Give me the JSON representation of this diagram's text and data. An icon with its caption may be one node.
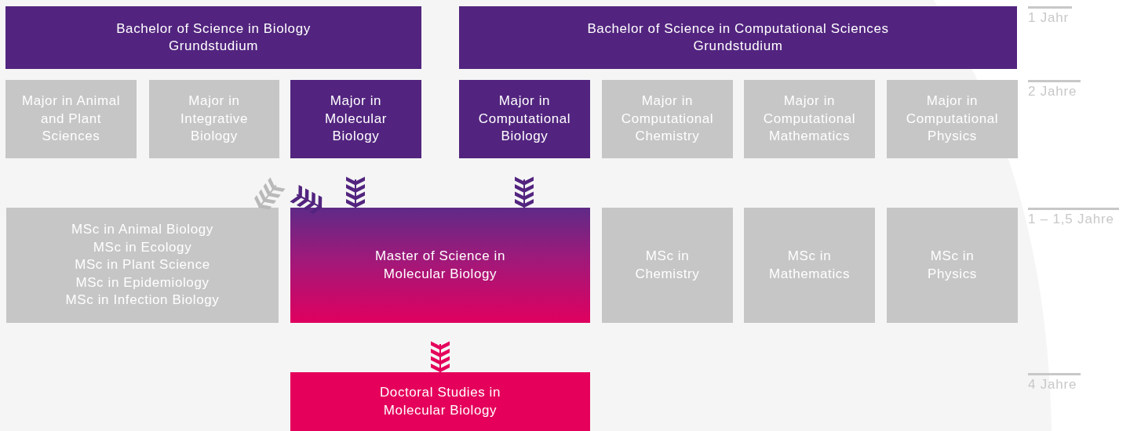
{
  "diagram": {
    "nodes": [
      {
        "text": [
          "Bachelor of Science in Biology",
          "Grundstudium"
        ]
      },
      {
        "text": [
          "Bachelor of Science in Computational Sciences",
          "Grundstudium"
        ]
      },
      {
        "text": [
          "Major in Animal and Plant Sciences"
        ]
      },
      {
        "text": [
          "Major in Integrative Biology"
        ]
      },
      {
        "text": [
          "Major in Molecular Biology"
        ]
      },
      {
        "text": [
          "Major in Computational Biology"
        ]
      },
      {
        "text": [
          "Major in Computational Chemistry"
        ]
      },
      {
        "text": [
          "Major in Computational Mathematics"
        ]
      },
      {
        "text": [
          "Major in Computational Physics"
        ]
      },
      {
        "text": [
          "MSc in Animal Biology",
          "MSc in Ecology",
          "MSc in Plant Science",
          "MSc in Epidemiology",
          "MSc in Infection Biology"
        ]
      },
      {
        "text": [
          "Master of Science in Molecular Biology"
        ]
      },
      {
        "text": [
          "MSc in Chemistry"
        ]
      },
      {
        "text": [
          "MSc in Mathematics"
        ]
      },
      {
        "text": [
          "MSc in Physics"
        ]
      },
      {
        "text": [
          "Doctoral Studies in Molecular Biology"
        ]
      }
    ],
    "edges": [
      {
        "from": 3,
        "to": 10,
        "arrow": "to"
      },
      {
        "from": 4,
        "to": 9,
        "arrow": "to",
        "color": "#c8c8c8"
      },
      {
        "from": 4,
        "to": 10,
        "arrow": "to"
      },
      {
        "from": 5,
        "to": 10,
        "arrow": "to"
      },
      {
        "from": 10,
        "to": 14,
        "arrow": "to",
        "color": "#e5005b"
      }
    ],
    "labels": [
      "1 Jahr",
      "2 Jahre",
      "1 – 1,5 Jahre",
      "4 Jahre"
    ]
  }
}
